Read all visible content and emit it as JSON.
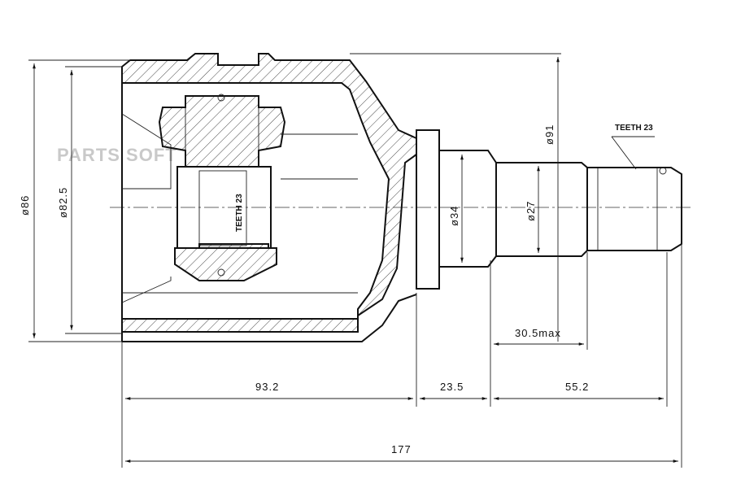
{
  "watermark": "PARTS SOFT",
  "labels": {
    "teeth_outer": "TEETH 23",
    "teeth_inner": "TEETH 23"
  },
  "dimensions": {
    "dia_86": "ø86",
    "dia_82_5": "ø82.5",
    "dia_91": "ø91",
    "dia_34": "ø34",
    "dia_27": "ø27",
    "len_30_5": "30.5max",
    "len_93_2": "93.2",
    "len_23_5": "23.5",
    "len_55_2": "55.2",
    "len_177": "177"
  },
  "colors": {
    "line": "#111111",
    "watermark": "#c9c9c9",
    "background": "#ffffff"
  }
}
